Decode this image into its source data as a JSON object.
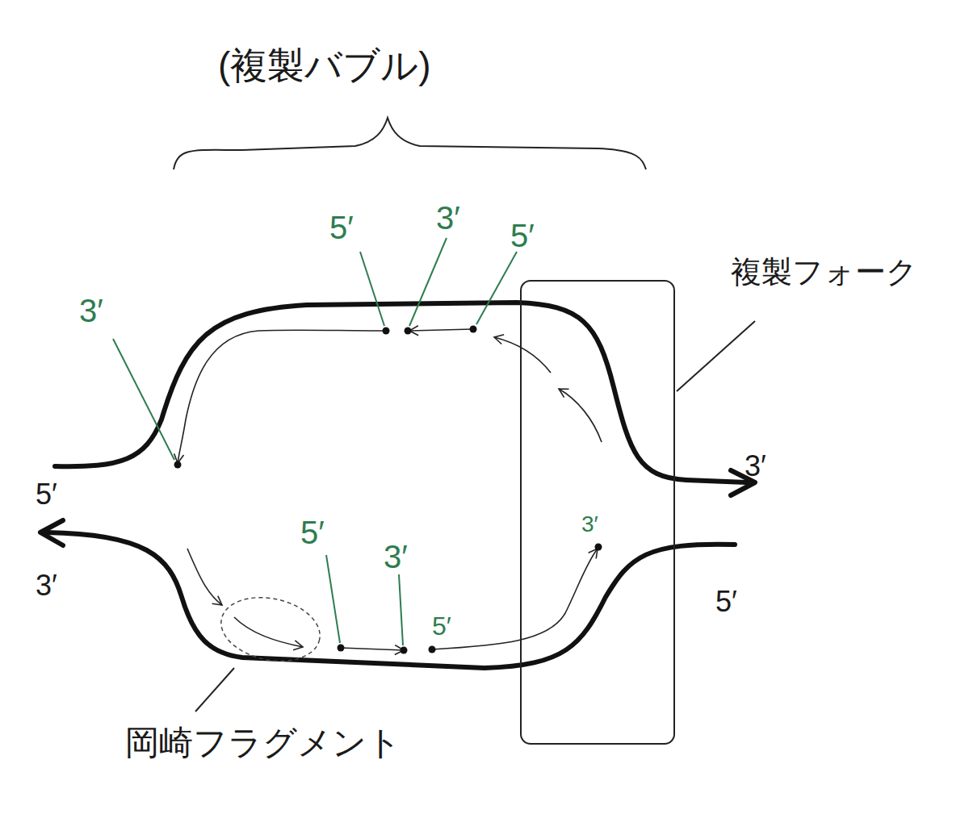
{
  "diagram": {
    "title": "(複製バブル)",
    "labels": [
      "5′",
      "3′",
      "5′",
      "3′",
      "複製フォーク",
      "5′",
      "3′",
      "5′",
      "3′",
      "3′",
      "5′",
      "3′",
      "5′",
      "岡崎フラグメント"
    ]
  }
}
